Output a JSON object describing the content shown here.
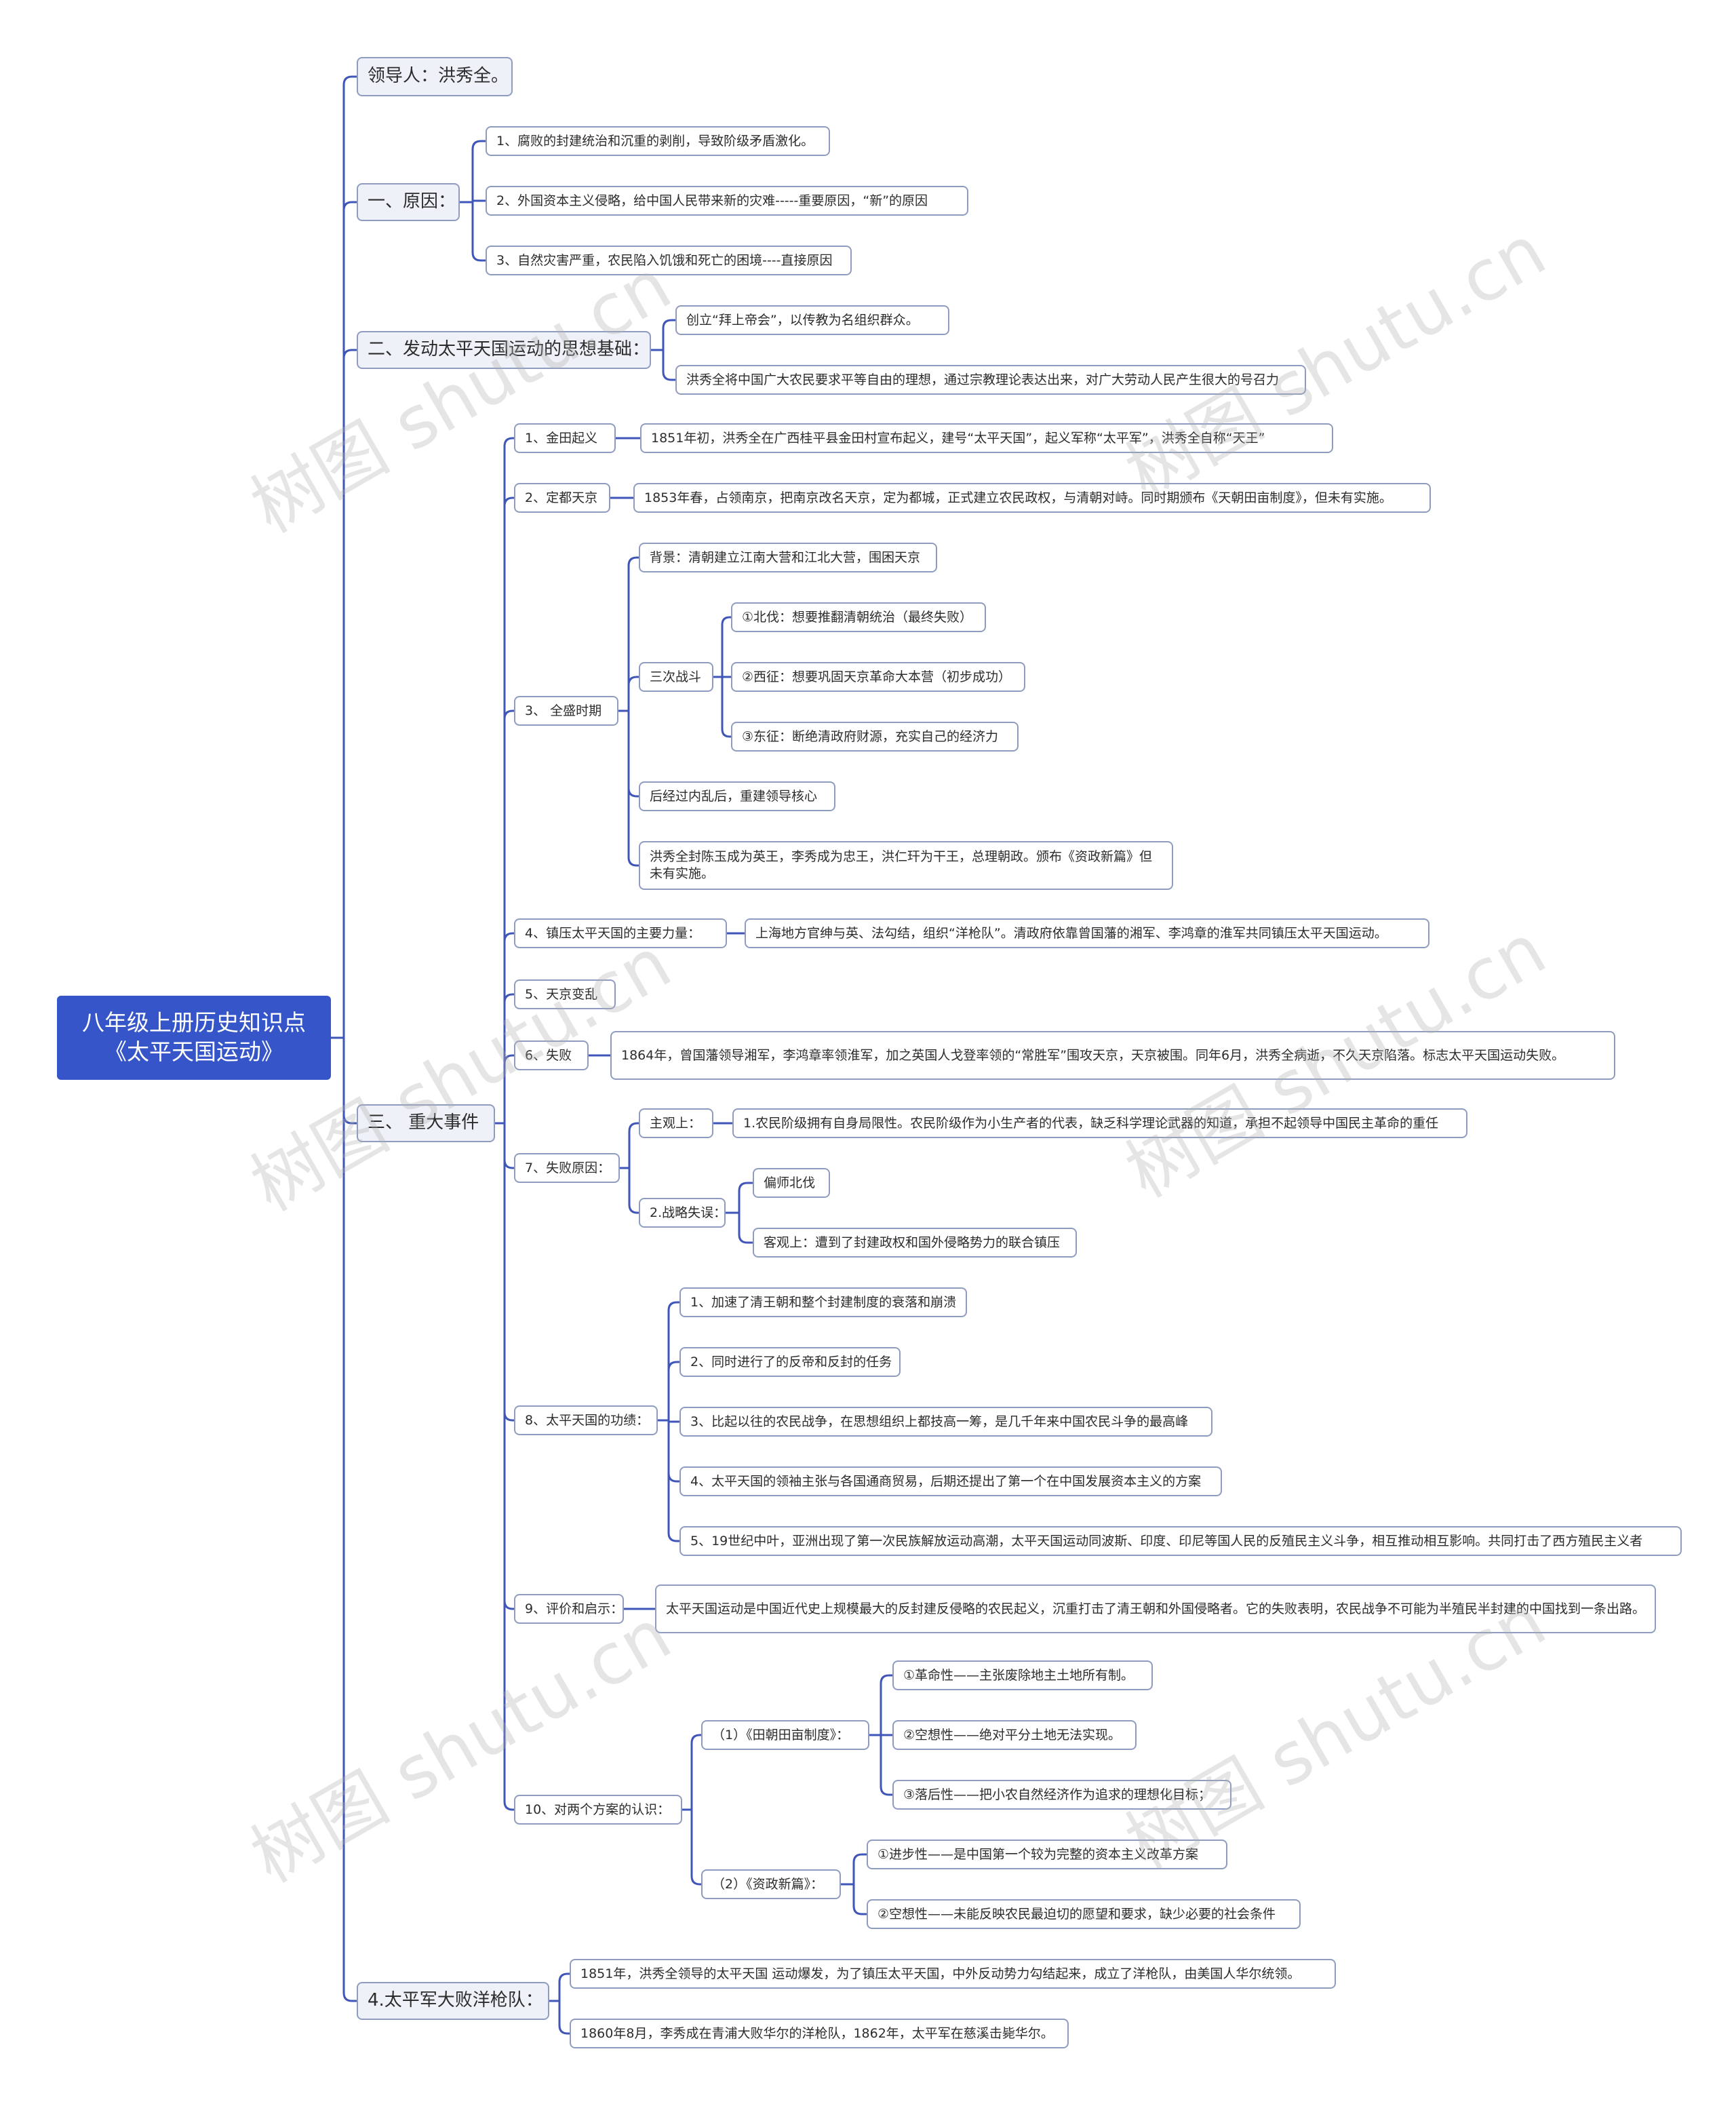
{
  "root": {
    "label": "八年级上册历史知识点《太平天国运动》"
  },
  "watermark": "树图 shutu.cn",
  "colors": {
    "root": "#3555c8",
    "line": "#3f55b8",
    "border": "#8f9cc0",
    "l1_bg": "#eef1f7"
  },
  "nodes": {
    "leader": "领导人：洪秀全。",
    "c1": "一、原因：",
    "c1_1": "1、腐败的封建统治和沉重的剥削，导致阶级矛盾激化。",
    "c1_2": "2、外国资本主义侵略，给中国人民带来新的灾难-----重要原因，“新”的原因",
    "c1_3": "3、自然灾害严重，农民陷入饥饿和死亡的困境----直接原因",
    "c2": "二、发动太平天国运动的思想基础：",
    "c2_1": "创立“拜上帝会”，以传教为名组织群众。",
    "c2_2": "洪秀全将中国广大农民要求平等自由的理想，通过宗教理论表达出来，对广大劳动人民产生很大的号召力",
    "c3": "三、  重大事件",
    "e1": "1、金田起义",
    "e1_1": "1851年初，洪秀全在广西桂平县金田村宣布起义，建号“太平天国”，起义军称“太平军”，洪秀全自称“天王”",
    "e2": "2、定都天京",
    "e2_1": "1853年春，占领南京，把南京改名天京，定为都城，正式建立农民政权，与清朝对峙。同时期颁布《天朝田亩制度》，但未有实施。",
    "e3": "3、 全盛时期",
    "e3_bg": "背景：清朝建立江南大营和江北大营，围困天京",
    "e3_z": "三次战斗",
    "e3_z1": "①北伐：想要推翻清朝统治（最终失败）",
    "e3_z2": "②西征：想要巩固天京革命大本营（初步成功）",
    "e3_z3": "③东征：断绝清政府财源，充实自己的经济力",
    "e3_nl": "后经过内乱后，重建领导核心",
    "e3_fw": "洪秀全封陈玉成为英王，李秀成为忠王，洪仁玕为干王，总理朝政。颁布《资政新篇》但未有实施。",
    "e4": "4、镇压太平天国的主要力量：",
    "e4_1": "上海地方官绅与英、法勾结，组织“洋枪队”。清政府依靠曾国藩的湘军、李鸿章的淮军共同镇压太平天国运动。",
    "e5": "5、天京变乱",
    "e6": "6、失败",
    "e6_1": "1864年，曾国藩领导湘军，李鸿章率领淮军，加之英国人戈登率领的“常胜军”围攻天京，天京被围。同年6月，洪秀全病逝，不久天京陷落。标志太平天国运动失败。",
    "e7": "7、失败原因：",
    "e7_a": "主观上：",
    "e7_a1": "1.农民阶级拥有自身局限性。农民阶级作为小生产者的代表，缺乏科学理论武器的知道，承担不起领导中国民主革命的重任",
    "e7_b": "2.战略失误：",
    "e7_b1": "偏师北伐",
    "e7_b2": "客观上：遭到了封建政权和国外侵略势力的联合镇压",
    "e8": "8、太平天国的功绩：",
    "e8_1": "1、加速了清王朝和整个封建制度的衰落和崩溃",
    "e8_2": "2、同时进行了的反帝和反封的任务",
    "e8_3": "3、比起以往的农民战争，在思想组织上都技高一筹，是几千年来中国农民斗争的最高峰",
    "e8_4": "4、太平天国的领袖主张与各国通商贸易，后期还提出了第一个在中国发展资本主义的方案",
    "e8_5": "5、19世纪中叶，亚洲出现了第一次民族解放运动高潮，太平天国运动同波斯、印度、印尼等国人民的反殖民主义斗争，相互推动相互影响。共同打击了西方殖民主义者",
    "e9": "9、评价和启示：",
    "e9_1": "太平天国运动是中国近代史上规模最大的反封建反侵略的农民起义，沉重打击了清王朝和外国侵略者。它的失败表明，农民战争不可能为半殖民半封建的中国找到一条出路。",
    "e10": "10、对两个方案的认识：",
    "e10_a": "（1）《田朝田亩制度》：",
    "e10_a1": "①革命性——主张废除地主土地所有制。",
    "e10_a2": "②空想性——绝对平分土地无法实现。",
    "e10_a3": "③落后性——把小农自然经济作为追求的理想化目标；",
    "e10_b": "（2）《资政新篇》：",
    "e10_b1": "①进步性——是中国第一个较为完整的资本主义改革方案",
    "e10_b2": "②空想性——未能反映农民最迫切的愿望和要求，缺少必要的社会条件",
    "c4": "4.太平军大败洋枪队：",
    "c4_1": "1851年，洪秀全领导的太平天国 运动爆发，为了镇压太平天国，中外反动势力勾结起来，成立了洋枪队，由美国人华尔统领。",
    "c4_2": "1860年8月，李秀成在青浦大败华尔的洋枪队，1862年，太平军在慈溪击毙华尔。"
  }
}
